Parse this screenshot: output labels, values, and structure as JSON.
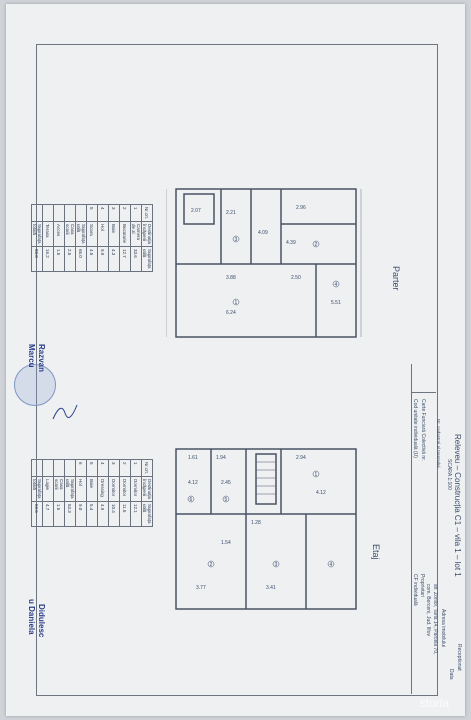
{
  "header": {
    "title": "Releveu – Construcția C1 – vila 1 – lot 1",
    "scale": "SCARA 1:100",
    "cadastral": "Nr. cadastral al terenului",
    "cf_colectiva": "Carte Funciară Colectivă nr.",
    "cod_unitate": "Cod unitate individuală (U)",
    "cf_individuala": "CF individuală",
    "address": "Adresa imobilului",
    "address_line1": "str. Zorilor, Tarla 14, Parcela 70,",
    "address_line2": "com. Berceni, Jud. Ilfov",
    "owner_label": "Proprietari",
    "receiver": "Receptionat",
    "date": "Data"
  },
  "floors": {
    "parter_label": "Parter",
    "etaj_label": "Etaj"
  },
  "parter_table": {
    "headers": [
      "Nr.crt.",
      "Destinația încăperii",
      "Suprafața utilă"
    ],
    "rows": [
      [
        "1",
        "Camera de zi",
        "33.6"
      ],
      [
        "2",
        "Bucatarie",
        "12.7"
      ],
      [
        "3",
        "Baie",
        "4.3"
      ],
      [
        "4",
        "Hol",
        "9.9"
      ],
      [
        "5",
        "Scara",
        "4.5"
      ]
    ],
    "util_label": "Suprafața utilă",
    "util_value": "65.0",
    "extra_rows": [
      [
        "Casa scarii",
        "2.5"
      ],
      [
        "Acces",
        "1.5"
      ],
      [
        "Terasa",
        "16.2"
      ]
    ],
    "total_label": "Suprafața totală",
    "total_value": "83.8"
  },
  "etaj_table": {
    "headers": [
      "Nr.crt.",
      "Destinația încăperii",
      "Suprafața utilă"
    ],
    "rows": [
      [
        "1",
        "Dormitor",
        "12.1"
      ],
      [
        "2",
        "Dormitor",
        "11.5"
      ],
      [
        "3",
        "Dormitor",
        "10.4"
      ],
      [
        "4",
        "Dressing",
        "4.9"
      ],
      [
        "5",
        "Baie",
        "5.4"
      ],
      [
        "6",
        "Hol",
        "9.0"
      ]
    ],
    "util_label": "Suprafața utilă",
    "util_value": "53.3",
    "extra_rows": [
      [
        "Casa scarii",
        "1.5"
      ],
      [
        "Logie",
        "4.7"
      ]
    ],
    "total_label": "Suprafața totală",
    "total_value": "59.5"
  },
  "signatures": {
    "top_name1": "Razvan",
    "top_name2": "Marcu",
    "bottom_name1": "Didulesc",
    "bottom_name2": "u Daniela"
  },
  "watermark": "storia"
}
